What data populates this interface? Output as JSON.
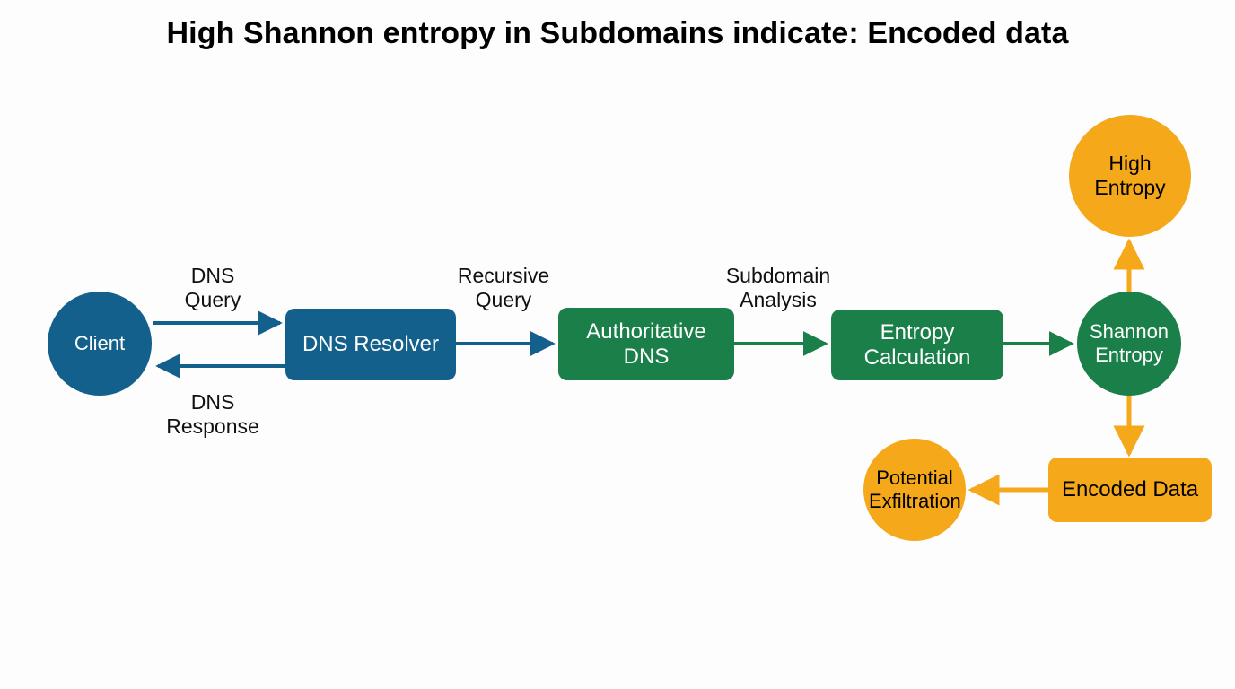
{
  "title": "High Shannon entropy in Subdomains indicate: Encoded data",
  "colors": {
    "blue": "#14608c",
    "green": "#1a7f48",
    "orange": "#f6a81b",
    "background": "#fdfdfd",
    "text_dark": "#000000",
    "text_light": "#ffffff"
  },
  "nodes": {
    "client": {
      "label": "Client",
      "shape": "circle",
      "color": "#14608c",
      "text_color": "#ffffff"
    },
    "dns_resolver": {
      "label": "DNS Resolver",
      "shape": "box",
      "color": "#14608c",
      "text_color": "#ffffff"
    },
    "authoritative_dns": {
      "label": "Authoritative\nDNS",
      "shape": "box",
      "color": "#1a7f48",
      "text_color": "#ffffff"
    },
    "entropy_calculation": {
      "label": "Entropy\nCalculation",
      "shape": "box",
      "color": "#1a7f48",
      "text_color": "#ffffff"
    },
    "shannon_entropy": {
      "label": "Shannon\nEntropy",
      "shape": "circle",
      "color": "#1a7f48",
      "text_color": "#ffffff"
    },
    "high_entropy": {
      "label": "High\nEntropy",
      "shape": "circle",
      "color": "#f6a81b",
      "text_color": "#000000"
    },
    "encoded_data": {
      "label": "Encoded Data",
      "shape": "box",
      "color": "#f6a81b",
      "text_color": "#000000"
    },
    "potential_exfiltration": {
      "label": "Potential\nExfiltration",
      "shape": "circle",
      "color": "#f6a81b",
      "text_color": "#000000"
    }
  },
  "edges": {
    "dns_query": {
      "label": "DNS\nQuery",
      "color": "#14608c",
      "from": "client",
      "to": "dns_resolver"
    },
    "dns_response": {
      "label": "DNS\nResponse",
      "color": "#14608c",
      "from": "dns_resolver",
      "to": "client"
    },
    "recursive_query": {
      "label": "Recursive\nQuery",
      "color": "#14608c",
      "from": "dns_resolver",
      "to": "authoritative_dns"
    },
    "subdomain_analysis": {
      "label": "Subdomain\nAnalysis",
      "color": "#1a7f48",
      "from": "authoritative_dns",
      "to": "entropy_calculation"
    },
    "to_shannon": {
      "label": "",
      "color": "#1a7f48",
      "from": "entropy_calculation",
      "to": "shannon_entropy"
    },
    "to_high_entropy": {
      "label": "",
      "color": "#f6a81b",
      "from": "shannon_entropy",
      "to": "high_entropy"
    },
    "to_encoded_data": {
      "label": "",
      "color": "#f6a81b",
      "from": "shannon_entropy",
      "to": "encoded_data"
    },
    "to_exfiltration": {
      "label": "",
      "color": "#f6a81b",
      "from": "encoded_data",
      "to": "potential_exfiltration"
    }
  }
}
